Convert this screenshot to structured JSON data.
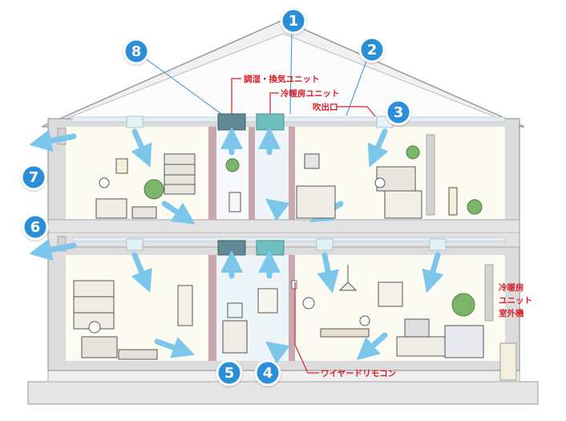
{
  "labels": {
    "humidify_ventilation_unit": "調湿・換気ユニット",
    "ac_unit": "冷暖房ユニット",
    "outlet": "吹出口",
    "wired_remote": "ワイヤードリモコン",
    "outdoor_line1": "冷暖房",
    "outdoor_line2": "ユニット",
    "outdoor_line3": "室外機"
  },
  "markers": [
    "1",
    "2",
    "3",
    "4",
    "5",
    "6",
    "7",
    "8"
  ],
  "colors": {
    "marker_fill": "#2a8fd6",
    "marker_ring": "#ffffff",
    "callout_red": "#d9202a",
    "airflow": "#7cc6ec",
    "wall": "#d9d9d9",
    "roof": "#eeeeee",
    "room": "#fbfbf1",
    "duct": "#e3f0f6",
    "pillar": "#c8a8b0",
    "unit_dark": "#5f8a95",
    "unit_teal": "#6fbfc0"
  },
  "icons": [
    "airflow-arrow-icon",
    "ceiling-vent-icon",
    "house-cross-section-icon"
  ]
}
